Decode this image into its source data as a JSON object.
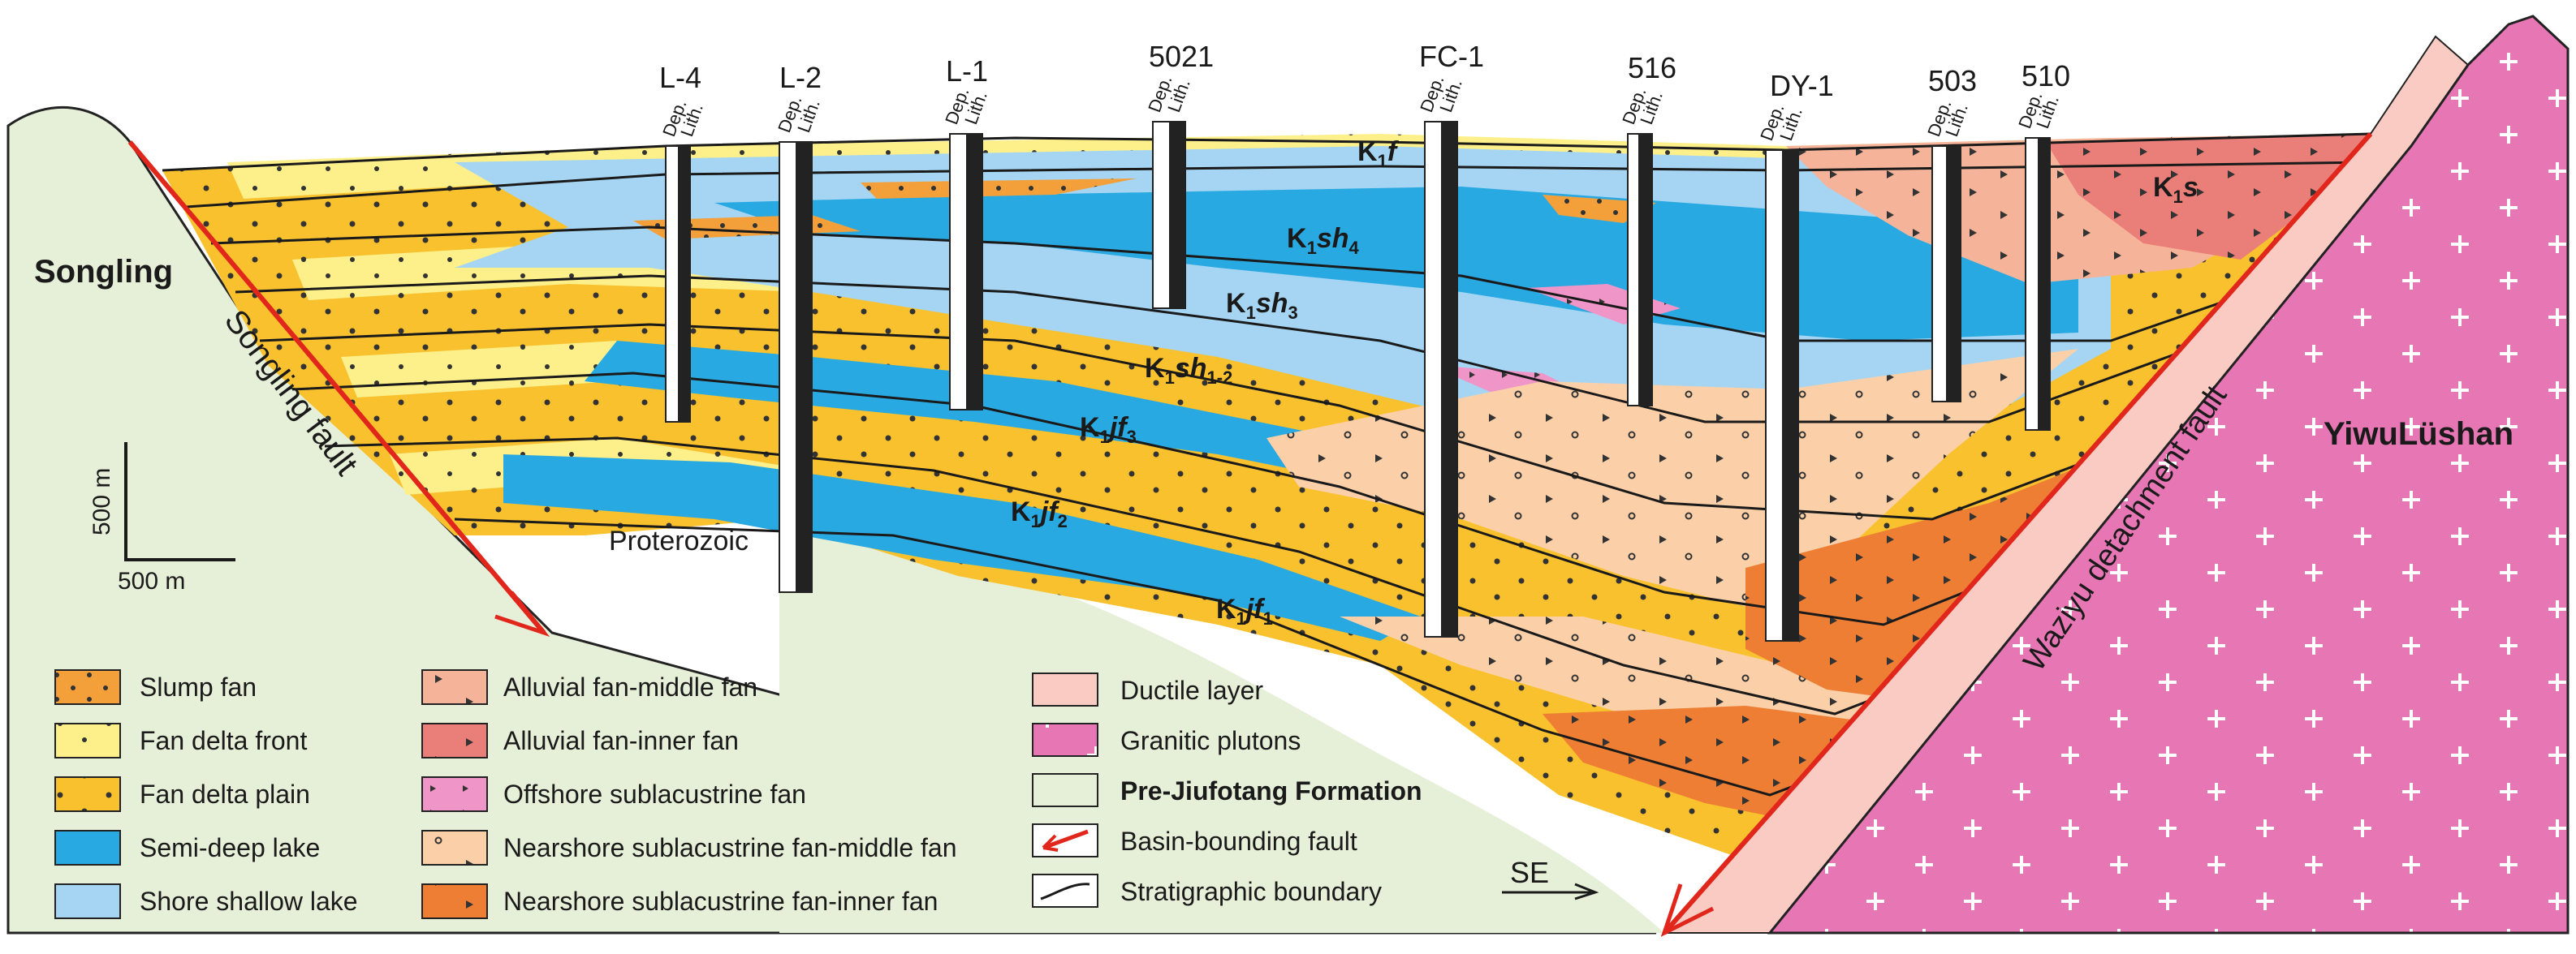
{
  "wells": [
    {
      "name": "L-4"
    },
    {
      "name": "L-2"
    },
    {
      "name": "L-1"
    },
    {
      "name": "5021"
    },
    {
      "name": "FC-1"
    },
    {
      "name": "516"
    },
    {
      "name": "DY-1"
    },
    {
      "name": "503"
    },
    {
      "name": "510"
    }
  ],
  "well_subheader": {
    "dep": "Dep.",
    "lith": "Lith."
  },
  "formations": [
    {
      "main": "K",
      "sub1": "1",
      "rest": "f",
      "sub2": ""
    },
    {
      "main": "K",
      "sub1": "1",
      "rest": "sh",
      "sub2": "4"
    },
    {
      "main": "K",
      "sub1": "1",
      "rest": "sh",
      "sub2": "3"
    },
    {
      "main": "K",
      "sub1": "1",
      "rest": "sh",
      "sub2": "1-2"
    },
    {
      "main": "K",
      "sub1": "1",
      "rest": "jf",
      "sub2": "3"
    },
    {
      "main": "K",
      "sub1": "1",
      "rest": "jf",
      "sub2": "2"
    },
    {
      "main": "K",
      "sub1": "1",
      "rest": "jf",
      "sub2": "1"
    },
    {
      "main": "K",
      "sub1": "1",
      "rest": "s",
      "sub2": ""
    }
  ],
  "labels": {
    "songling": "Songling",
    "songling_fault": "Songling fault",
    "proterozoic": "Proterozoic",
    "yiwu": "YiwuLüshan",
    "waziyu": "Waziyu detachment fault",
    "direction": "SE",
    "scale_v": "500 m",
    "scale_h": "500 m"
  },
  "legend": [
    {
      "label": "Slump fan",
      "color": "#f3a03a",
      "pattern": "dots"
    },
    {
      "label": "Fan delta front",
      "color": "#fdf08a",
      "pattern": "dots"
    },
    {
      "label": "Fan delta plain",
      "color": "#f8c12d",
      "pattern": "dots"
    },
    {
      "label": "Semi-deep lake",
      "color": "#29a9e1",
      "pattern": "none"
    },
    {
      "label": "Shore shallow lake",
      "color": "#a5d5f3",
      "pattern": "none"
    },
    {
      "label": "Alluvial fan-middle fan",
      "color": "#f5b49a",
      "pattern": "tri"
    },
    {
      "label": "Alluvial fan-inner fan",
      "color": "#ea7f7a",
      "pattern": "tri"
    },
    {
      "label": "Offshore sublacustrine fan",
      "color": "#ef95c7",
      "pattern": "tri"
    },
    {
      "label": "Nearshore sublacustrine fan-middle fan",
      "color": "#fbd0a8",
      "pattern": "tri"
    },
    {
      "label": "Nearshore sublacustrine fan-inner fan",
      "color": "#ee7e34",
      "pattern": "tri"
    },
    {
      "label": "Ductile layer",
      "color": "#f9cbc3",
      "pattern": "none"
    },
    {
      "label": "Granitic plutons",
      "color": "#e776b4",
      "pattern": "plus"
    },
    {
      "label": "Pre-Jiufotang Formation",
      "color": "#e6efd7",
      "pattern": "none"
    },
    {
      "label": "Basin-bounding fault",
      "color": "#e1261c",
      "pattern": "fault"
    },
    {
      "label": "Stratigraphic boundary",
      "color": "#1a1a1a",
      "pattern": "line"
    }
  ]
}
